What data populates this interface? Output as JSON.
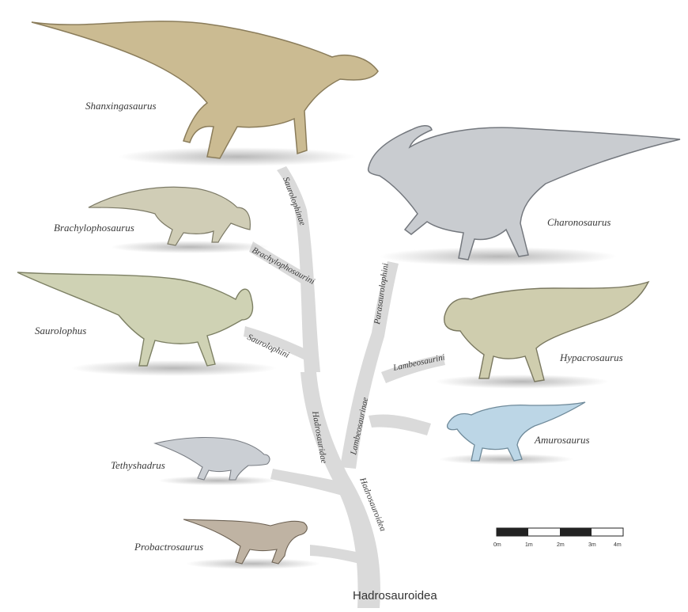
{
  "root_label": "Hadrosauroidea",
  "species": [
    {
      "name": "Shanxingasaurus"
    },
    {
      "name": "Brachylophosaurus"
    },
    {
      "name": "Saurolophus"
    },
    {
      "name": "Tethyshadrus"
    },
    {
      "name": "Probactrosaurus"
    },
    {
      "name": "Charonosaurus"
    },
    {
      "name": "Hypacrosaurus"
    },
    {
      "name": "Amurosaurus"
    }
  ],
  "branch_labels": [
    "Hadrosauridae",
    "Saurolophinae",
    "Brachylophosaurini",
    "Saurolophini",
    "Lambeosaurinae",
    "Parasaurolophini",
    "Lambeosaurini",
    "Hadrosauroidea"
  ],
  "scale_bar": {
    "ticks": [
      "0m",
      "1m",
      "2m",
      "3m",
      "4m"
    ]
  },
  "colors": {
    "tree": "#d9d9d9",
    "dino_tan": "#cbbb92",
    "dino_grey": "#c9ccd0",
    "dino_green": "#cfd2b4",
    "dino_blue": "#bcd6e6",
    "shadow": "#bfbfbf"
  }
}
